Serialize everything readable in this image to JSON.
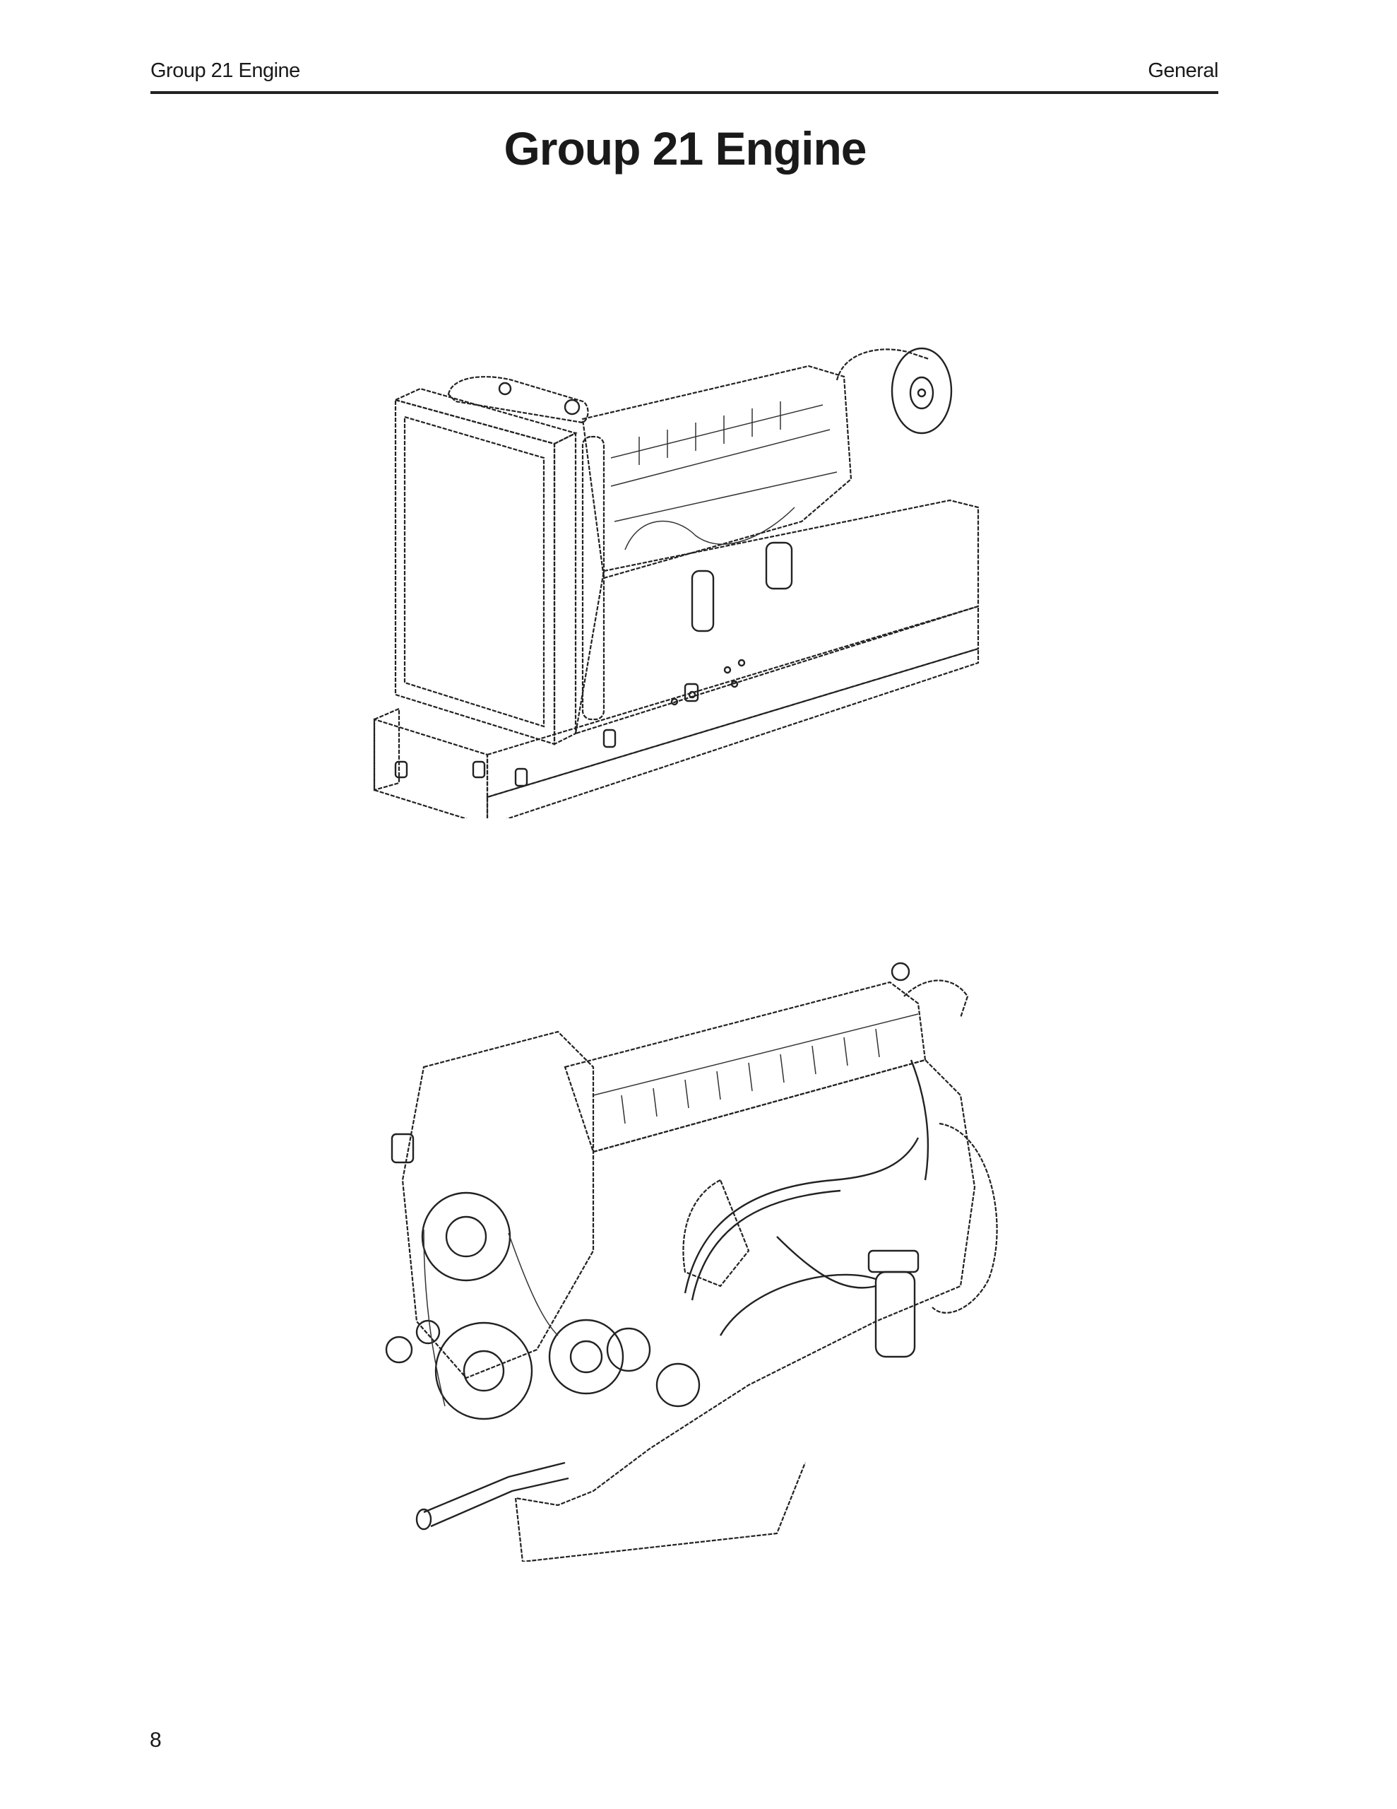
{
  "header": {
    "left": "Group 21 Engine",
    "right": "General"
  },
  "title": "Group 21 Engine",
  "figures": [
    {
      "icon": "engine-generator-set-illustration"
    },
    {
      "icon": "engine-illustration"
    }
  ],
  "footer": {
    "page_number": "8"
  }
}
